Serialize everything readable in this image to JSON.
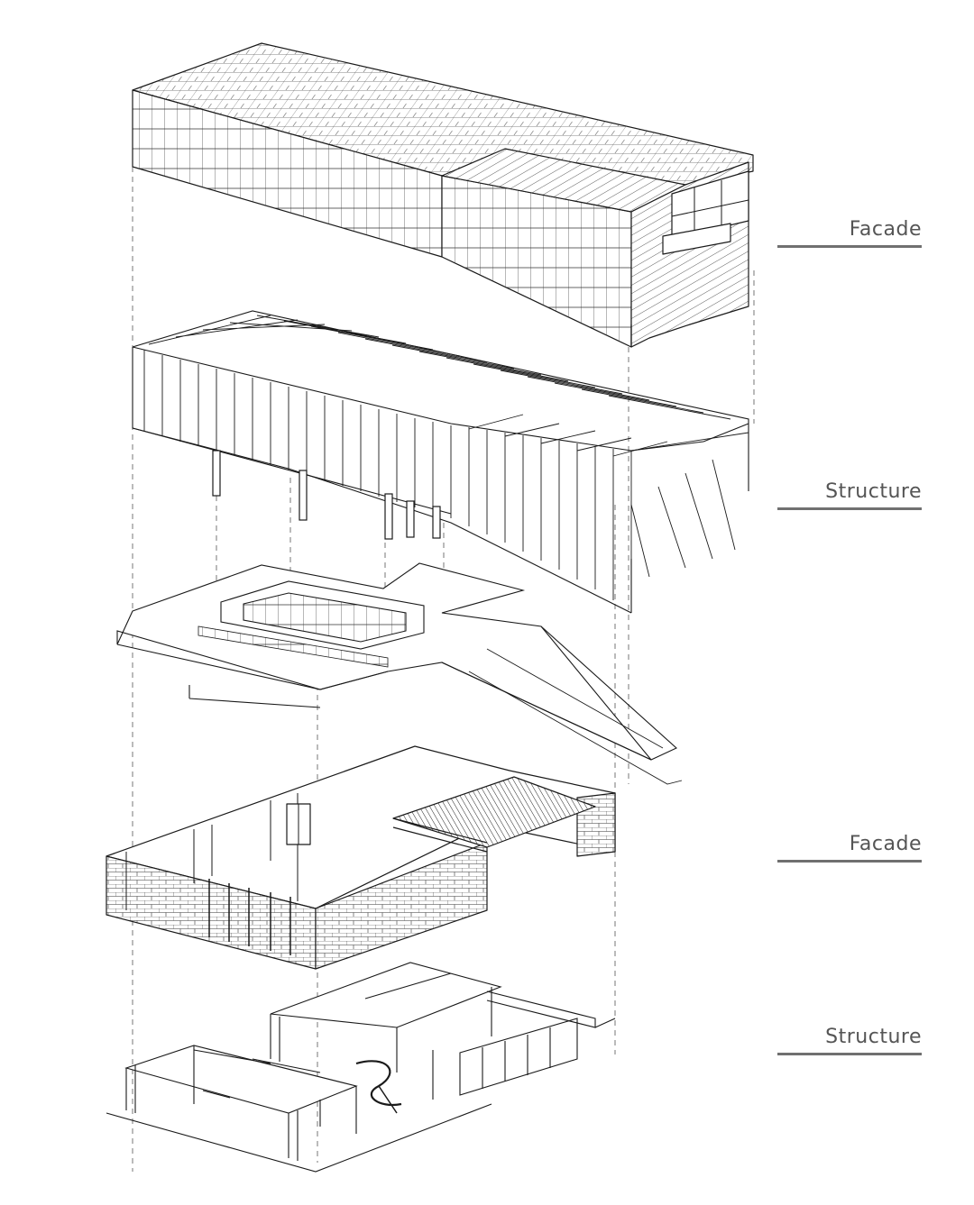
{
  "labels": {
    "facade_upper": "Facade",
    "structure_upper": "Structure",
    "facade_lower": "Facade",
    "structure_lower": "Structure"
  },
  "colors": {
    "line": "#1a1a1a",
    "label": "#555555",
    "rule": "#707070",
    "background": "#ffffff"
  }
}
